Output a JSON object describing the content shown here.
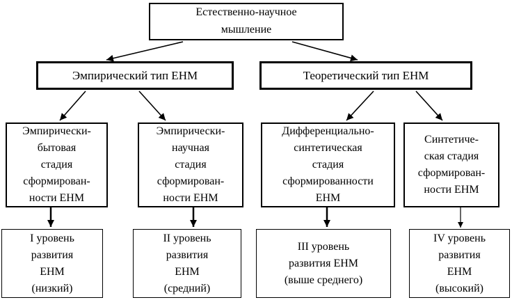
{
  "colors": {
    "background": "#ffffff",
    "box_fill": "#ffffff",
    "line": "#000000",
    "text": "#000000"
  },
  "diagram": {
    "root": {
      "label": "Естественно-научное\nмышление"
    },
    "types": [
      {
        "label": "Эмпирический тип ЕНМ"
      },
      {
        "label": "Теоретический тип ЕНМ"
      }
    ],
    "stages": [
      {
        "label": "Эмпирически-\nбытовая\nстадия\nсформирован-\nности ЕНМ"
      },
      {
        "label": "Эмпирически-\nнаучная\nстадия\nсформирован-\nности ЕНМ"
      },
      {
        "label": "Дифференциально-\nсинтетическая\nстадия\nсформированности\nЕНМ"
      },
      {
        "label": "Синтетиче-\nская стадия\nсформирован-\nности ЕНМ"
      }
    ],
    "levels": [
      {
        "label": "I уровень\nразвития\nЕНМ\n(низкий)"
      },
      {
        "label": "II уровень\nразвития\nЕНМ\n(средний)"
      },
      {
        "label": "III уровень\nразвития ЕНМ\n(выше среднего)"
      },
      {
        "label": "IV уровень\nразвития\nЕНМ\n(высокий)"
      }
    ]
  }
}
